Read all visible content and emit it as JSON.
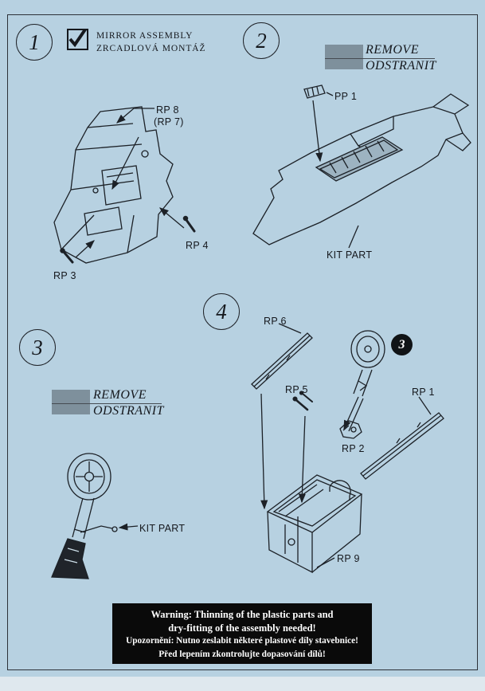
{
  "palette": {
    "paper": "#b7d1e1",
    "ink": "#1c2127",
    "swatch_gray": "#7e909c",
    "warning_bg": "#0a0a0a",
    "warning_text": "#ffffff"
  },
  "step1": {
    "number": "1",
    "checkbox": {
      "en": "MIRROR  ASSEMBLY",
      "cz": "ZRCADLOVÁ MONTÁŽ"
    },
    "labels": {
      "rp8": "RP 8",
      "rp7": "(RP 7)",
      "rp4": "RP 4",
      "rp3": "RP 3"
    }
  },
  "step2": {
    "number": "2",
    "remove": {
      "en": "REMOVE",
      "cz": "ODSTRANIT"
    },
    "labels": {
      "pp1": "PP 1",
      "kit_part": "KIT PART"
    }
  },
  "step3": {
    "number": "3",
    "remove": {
      "en": "REMOVE",
      "cz": "ODSTRANIT"
    },
    "labels": {
      "kit_part": "KIT PART"
    }
  },
  "step4": {
    "number": "4",
    "badge": "3",
    "labels": {
      "rp6": "RP 6",
      "rp5": "RP 5",
      "rp2": "RP 2",
      "rp1": "RP 1",
      "rp9": "RP 9"
    }
  },
  "warning": {
    "lines": [
      "Warning: Thinning of the plastic parts and",
      "dry-fitting of the assembly needed!",
      "Upozornění: Nutno zeslabit některé plastové díly stavebnice!",
      "Před lepením zkontrolujte dopasování dílů!"
    ]
  }
}
